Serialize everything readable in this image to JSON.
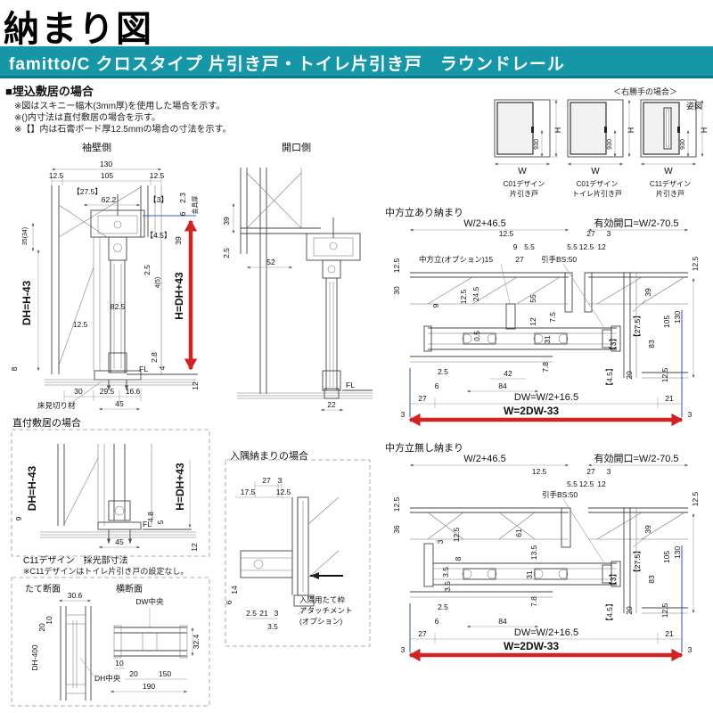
{
  "colors": {
    "accent": "#1697A7",
    "red": "#D32222",
    "blue": "#3A5FC8"
  },
  "header": {
    "page_title": "納まり図",
    "banner": "famitto/C クロスタイプ 片引き戸・トイレ片引き戸　ラウンドレール",
    "section": "■埋込敷居の場合",
    "notes": [
      "※図はスキニー幅木(3mm厚)を使用した場合を示す。",
      "※()内寸法は直付敷居の場合を示す。",
      "※【】内は石膏ボード厚12.5mmの場合の寸法を示す。"
    ],
    "right_hand": "＜右勝手の場合＞",
    "sugata": "姿図"
  },
  "elev": {
    "h": "H",
    "w": "W",
    "handle": "930",
    "items": [
      {
        "l1": "C01デザイン",
        "l2": "片引き戸"
      },
      {
        "l1": "C01デザイン",
        "l2": "トイレ片引き戸"
      },
      {
        "l1": "C11デザイン",
        "l2": "片引き戸"
      }
    ]
  },
  "sode": {
    "title": "袖壁側",
    "t130": "130",
    "t125l": "12.5",
    "t105": "105",
    "t125r": "12.5",
    "g275": "【27.5】",
    "d622": "62.2",
    "g3": "【3】",
    "d23": "2.3",
    "kanagu": "金具厚",
    "d6": "6",
    "g45": "【4.5】",
    "d39": "39",
    "d3534": "35(34)",
    "d25": "2.5",
    "d45p": "4(5)",
    "dh": "DH=H-43",
    "d125": "12.5",
    "d825": "82.5",
    "d8": "8",
    "fl": "FL",
    "d28": "2.8",
    "d4": "4",
    "h": "H=DH+43",
    "d12": "12",
    "b30": "30",
    "b295": "29.5",
    "b166": "16.6",
    "b45": "45",
    "yuka": "床見切り材"
  },
  "kaikou": {
    "title": "開口側",
    "d39": "39",
    "d25": "2.5",
    "d52": "52",
    "fl": "FL",
    "d22": "22"
  },
  "ari": {
    "title": "中方立あり納まり",
    "whalf": "W/2+46.5",
    "yuko": "有効開口=W/2-70.5",
    "t125": "12.5",
    "t9": "9",
    "t55": "5.5",
    "t27": "27",
    "naka": "中方立(オプション)15",
    "t27r": "27",
    "t3": "3",
    "r55": "5.5",
    "r125": "12.5",
    "r12": "12",
    "hikite": "引手BS:50",
    "l125": "12.5",
    "l30": "30",
    "i9": "9",
    "i125": "12.5",
    "i245": "24.5",
    "i05": "0.5",
    "i55": "55",
    "i12": "12",
    "i75": "7.5",
    "i31": "31",
    "i78": "7.8",
    "i39": "39",
    "s125t": "12.5",
    "s275": "【27.5】",
    "s83": "83",
    "s105": "105",
    "s130": "130",
    "s3": "【3】",
    "s45": "【4.5】",
    "s20": "20",
    "s125b": "12.5",
    "b25": "2.5",
    "b6": "6",
    "b42": "42",
    "b84": "84",
    "b27": "27",
    "dw": "DW=W/2+16.5",
    "b21": "21",
    "b3l": "3",
    "b3r": "3",
    "w": "W=2DW-33"
  },
  "nashi": {
    "title": "中方立無し納まり",
    "whalf": "W/2+46.5",
    "yuko": "有効開口=W/2-70.5",
    "t125": "12.5",
    "t27r": "27",
    "t3": "3",
    "r55": "5.5",
    "r125": "12.5",
    "r12": "12",
    "hikite": "引手BS:50",
    "l125": "12.5",
    "l36": "36",
    "i3": "3",
    "i125": "12.5",
    "i8": "8",
    "i35a": "3.5",
    "i35b": "3.5",
    "i61": "61",
    "i135": "13.5",
    "i31": "31",
    "i78": "7.8",
    "i39": "39",
    "s125t": "12.5",
    "s275": "【27.5】",
    "s83": "83",
    "s105": "105",
    "s130": "130",
    "s3": "【3】",
    "s45": "【4.5】",
    "s20": "20",
    "s125b": "12.5",
    "b25": "2.5",
    "b6": "6",
    "b84": "84",
    "b27": "27",
    "dw": "DW=W/2+16.5",
    "b21": "21",
    "b3l": "3",
    "b3r": "3",
    "w": "W=2DW-33"
  },
  "jika": {
    "title": "直付敷居の場合",
    "dh": "DH=H-43",
    "h": "H=DH+43",
    "d9": "9",
    "d48": "4.8",
    "d5": "5",
    "fl": "FL",
    "d45": "45",
    "d12": "12"
  },
  "c11": {
    "title": "C11デザイン　採光部寸法",
    "note": "※C11デザインはトイレ片引き戸の設定なし。",
    "tate": "たて断面",
    "yoko": "横断面",
    "d306": "30.6",
    "d10": "10",
    "d20": "20",
    "dh400": "DH-400",
    "dhc": "DH中央",
    "dwc": "DW中央",
    "d324": "32.4",
    "y10": "10",
    "y20": "20",
    "y150": "150",
    "y190": "190"
  },
  "iri": {
    "title": "入隅納まりの場合",
    "d27": "27",
    "d3": "3",
    "d175": "17.5",
    "d125": "12.5",
    "d14": "14",
    "d6": "6",
    "d25": "2.5",
    "d21": "21",
    "d3b": "3",
    "d35": "3.5",
    "note1": "入隅用たて枠",
    "note2": "アタッチメント",
    "note3": "(オプション)"
  }
}
